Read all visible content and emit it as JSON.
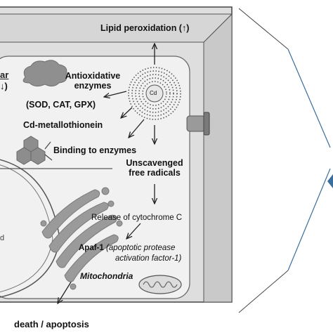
{
  "labels": {
    "lipid_peroxidation": "Lipid peroxidation (↑)",
    "partial_top": "ar",
    "partial_mid": "↓)",
    "antioxidative": "Antioxidative",
    "enzymes": "enzymes",
    "enzymes_list": "(SOD, CAT, GPX)",
    "cd_metallothionein": "Cd-metallothionein",
    "binding_to_enzymes": "Binding to enzymes",
    "unscavenged": "Unscavenged",
    "free_radicals": "free radicals",
    "release_cytochrome": "Release of cytochrome C",
    "apaf1_bold": "Apaf-1",
    "apaf1_desc_1": "(apoptotic protease",
    "apaf1_desc_2": "activation factor-1)",
    "mitochondria": "Mitochondria",
    "cell_death": "death / apoptosis",
    "cd_symbol": "Cd",
    "partial_d": "d"
  },
  "colors": {
    "cell_outer": "#e4e4e4",
    "cell_inner": "#f2f2f2",
    "cell_border": "#555555",
    "organelle": "#8a8a8a",
    "accent_blue": "#3a6e9e"
  }
}
